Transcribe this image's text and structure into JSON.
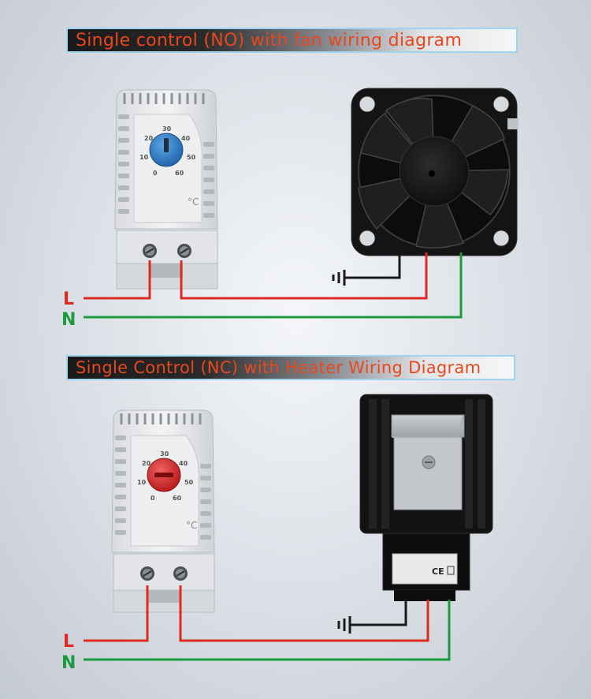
{
  "diagram1": {
    "title": "Single control (NO) with fan wiring diagram",
    "dial_ticks": [
      "20",
      "30",
      "40",
      "10",
      "50",
      "0",
      "60"
    ],
    "unit": "°C",
    "line_label": "L",
    "neutral_label": "N"
  },
  "diagram2": {
    "title": "Single Control (NC) with Heater Wiring Diagram",
    "dial_ticks": [
      "20",
      "30",
      "40",
      "10",
      "50",
      "0",
      "60"
    ],
    "unit": "°C",
    "line_label": "L",
    "neutral_label": "N",
    "heater_mark": "CE"
  },
  "colors": {
    "live_wire": "#dd2a22",
    "neutral_wire": "#1b9a3e",
    "ground_wire": "#1a1a1a",
    "knob_no": "#2c7cc2",
    "knob_nc": "#d42626",
    "title_text": "#e8481e",
    "title_border": "#9fd4ee"
  }
}
